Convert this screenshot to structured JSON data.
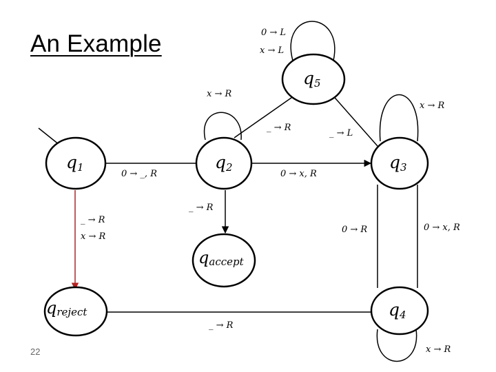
{
  "slide": {
    "title": "An Example",
    "number": "22"
  },
  "states": {
    "q1": {
      "base": "q",
      "sub": "1"
    },
    "q2": {
      "base": "q",
      "sub": "2"
    },
    "q3": {
      "base": "q",
      "sub": "3"
    },
    "q4": {
      "base": "q",
      "sub": "4"
    },
    "q5": {
      "base": "q",
      "sub": "5"
    },
    "qaccept": {
      "base": "q",
      "sub": "accept"
    },
    "qreject": {
      "base": "q",
      "sub": "reject"
    }
  },
  "transitions": {
    "q1_q2": "0 → _, R",
    "q1_qreject_1": "_ → R",
    "q1_qreject_2": "x → R",
    "q2_loop": "x → R",
    "q2_q3": "0 → x, R",
    "q2_qaccept": "_ → R",
    "q3_q5": "_ → L",
    "q3_loop": "x → R",
    "q3_q4": "0 → x, R",
    "q4_q3": "0 → R",
    "q4_loop": "x → R",
    "q4_qreject": "_ → R",
    "q5_q2": "_ → R",
    "q5_loop_1": "0 → L",
    "q5_loop_2": "x → L"
  },
  "colors": {
    "reject_edge": "#b22222"
  }
}
